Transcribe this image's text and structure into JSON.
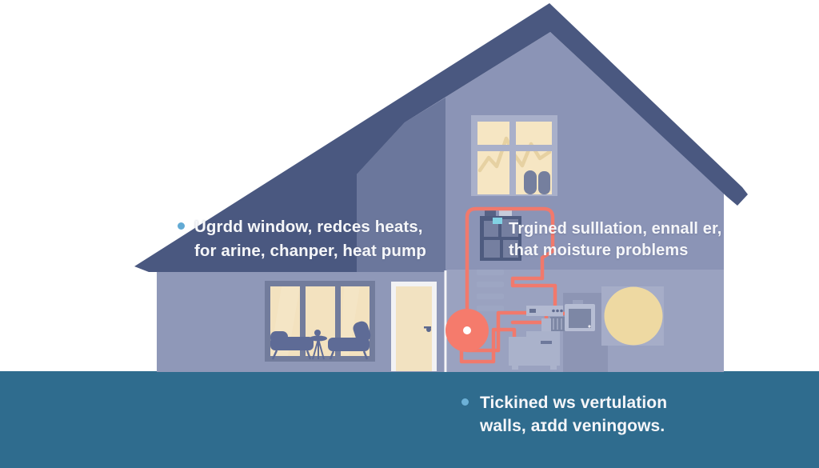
{
  "annotations": {
    "windows": {
      "line1": "Ugrdd window, redces heats,",
      "line2": "for arine, chanper, heat pump"
    },
    "insulation": {
      "line1": "Trgined sulllation, ennall er,",
      "line2": "that moisture problems"
    },
    "ventilation": {
      "line1": "Tickined ws vertulation",
      "line2": "walls, aɪdd veningows."
    }
  },
  "palette": {
    "ground_band": "#2f6c8e",
    "roof_dark": "#4a5880",
    "roof_shade_wedge": "#6b779c",
    "wall_main": "#8b94b6",
    "wall_extension": "#8f98b8",
    "wall_interior": "#9aa2c0",
    "window_cream": "#f5e5c2",
    "clock_cream": "#eed9a2",
    "pipe_salmon": "#f1796c",
    "heat_pump_salmon": "#f57b6c",
    "furniture_slate": "#5e6b96",
    "appliance_light": "#b0b8cf",
    "bullet_blue": "#62aad4",
    "text_white": "#f5f6f9"
  },
  "icons": {
    "bullet": "filled-circle",
    "heat_pump": "salmon-disc-with-white-dot"
  }
}
